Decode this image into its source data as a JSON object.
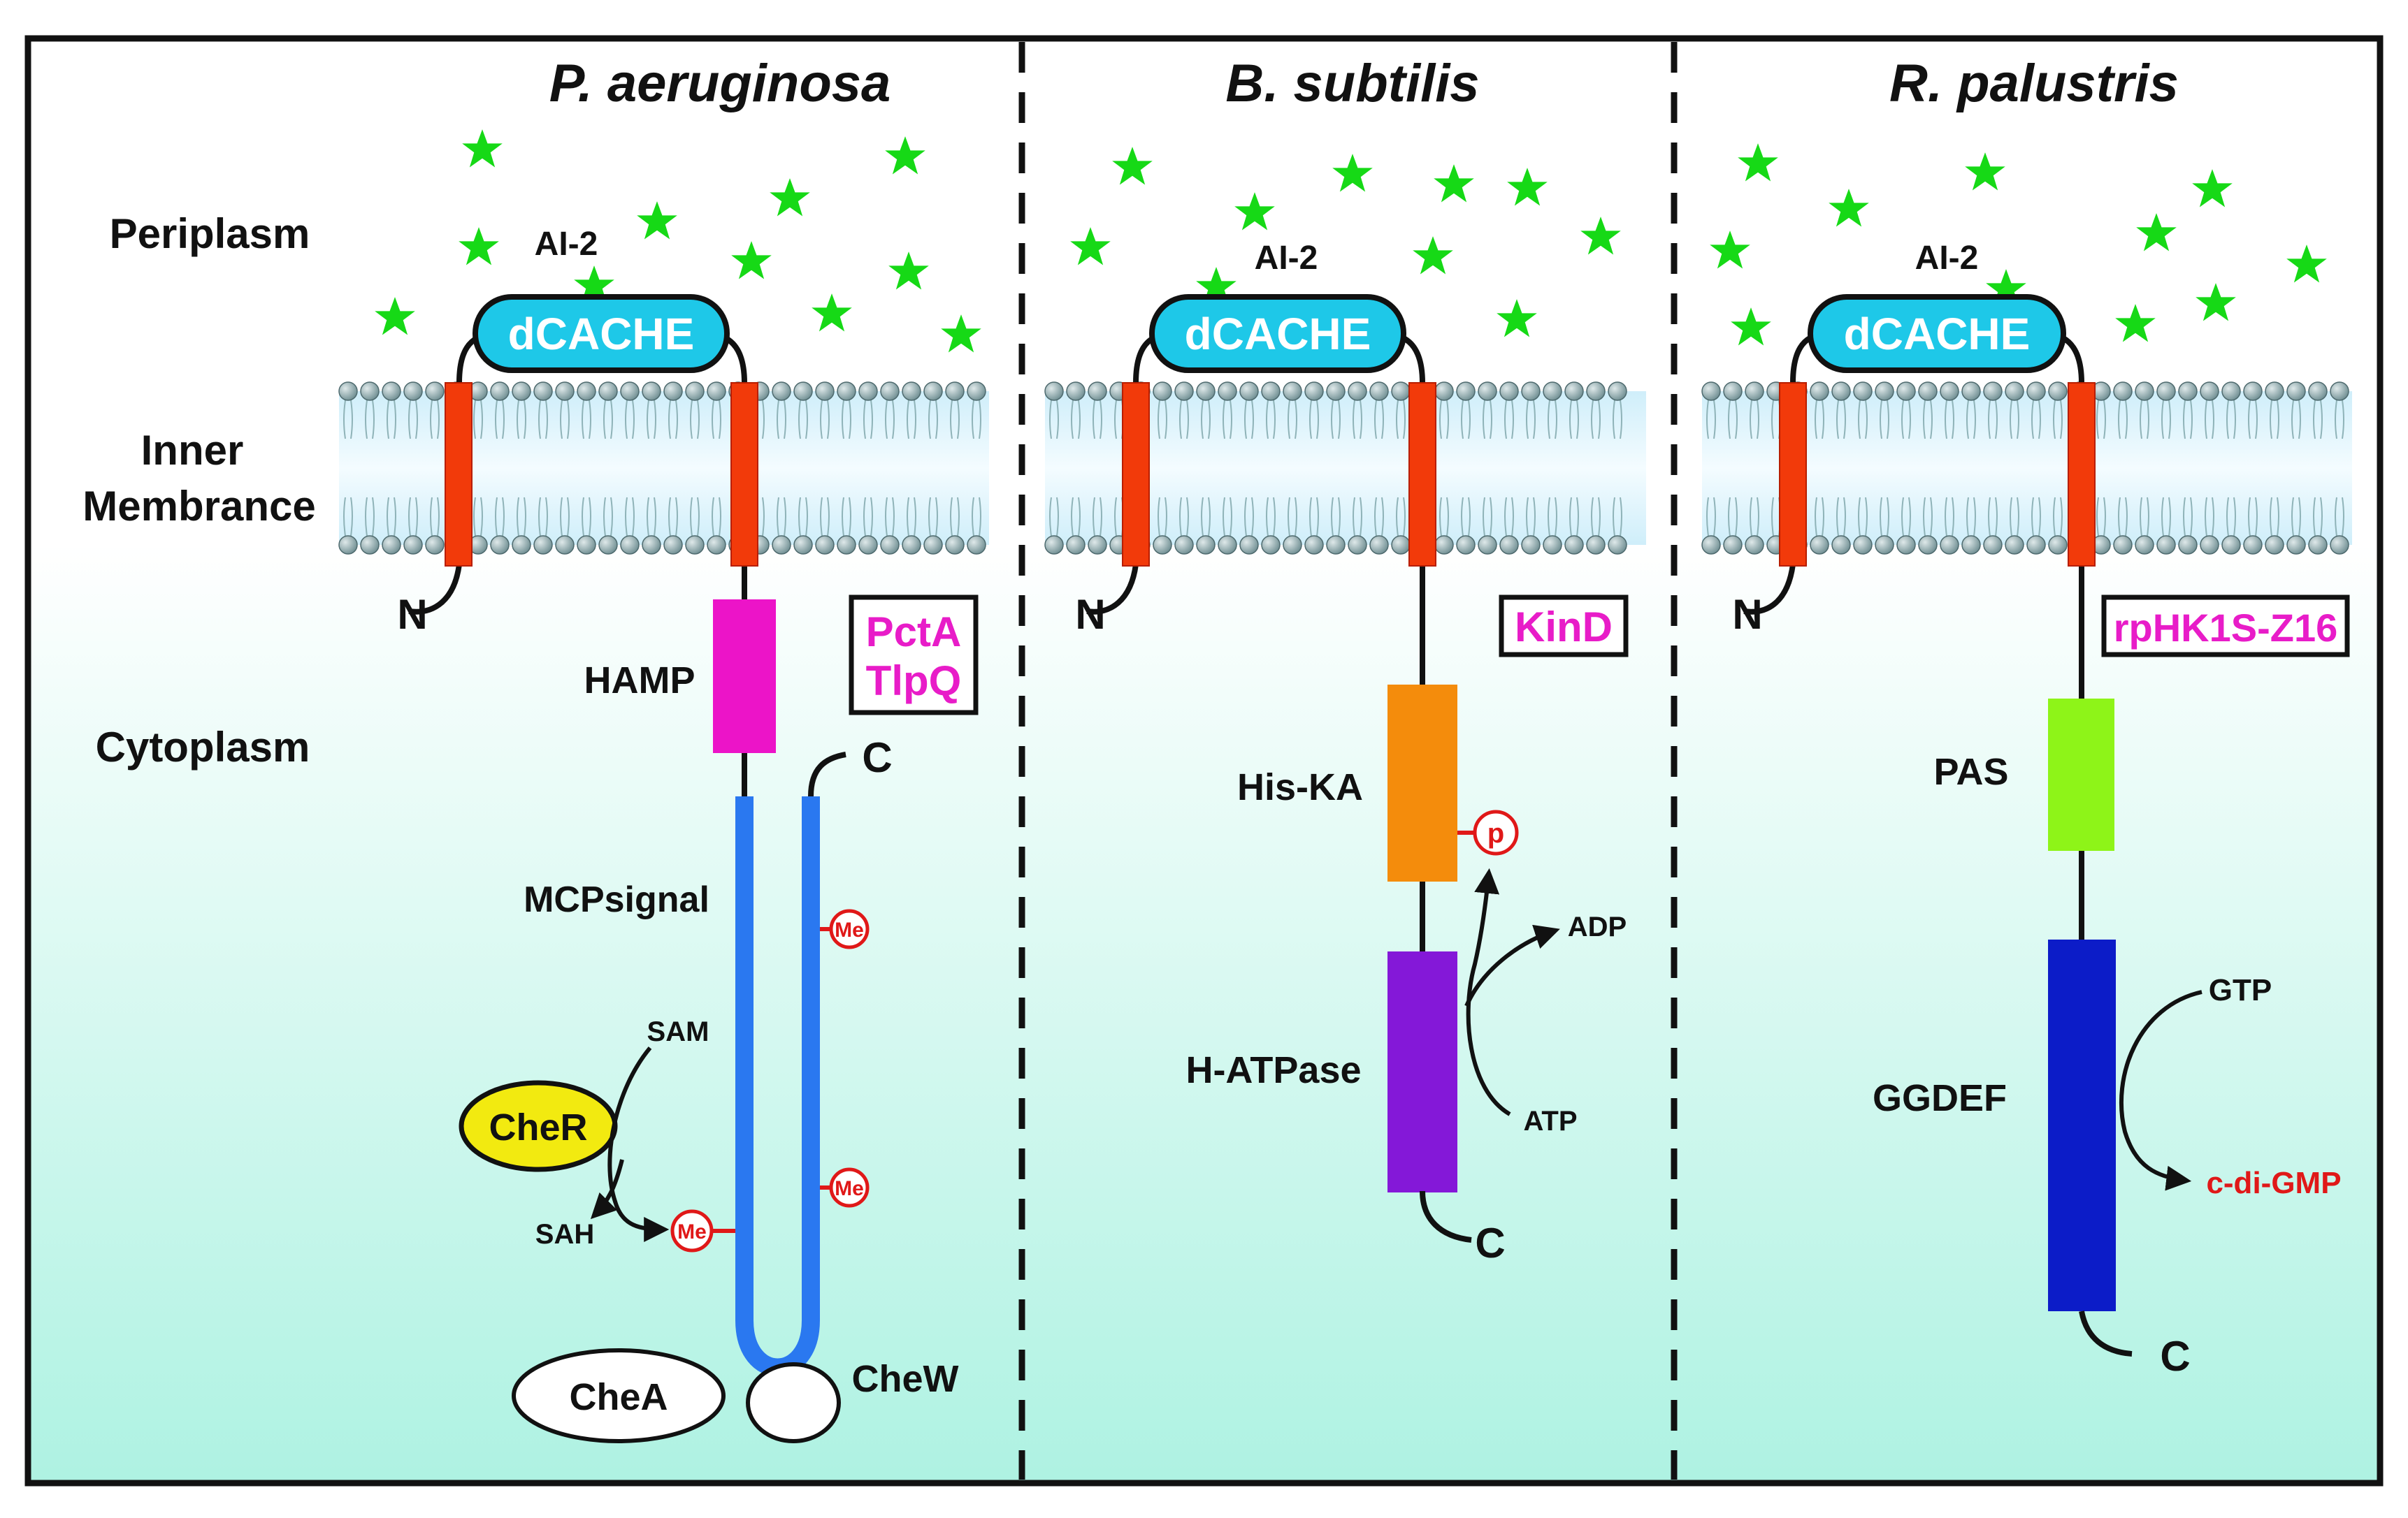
{
  "layers": {
    "periplasm": "Periplasm",
    "membrane_line1": "Inner",
    "membrane_line2": "Membrance",
    "cytoplasm": "Cytoplasm"
  },
  "panels": [
    {
      "species": "P. aeruginosa",
      "ligand": "AI-2",
      "sensor": "dCACHE",
      "n_term": "N",
      "c_term": "C",
      "proteins": [
        "PctA",
        "TlpQ"
      ],
      "domains": {
        "hamp": "HAMP",
        "mcp": "MCPsignal"
      },
      "methylation": {
        "sam": "SAM",
        "sah": "SAH",
        "enzyme": "CheR",
        "me": "Me"
      },
      "partners": {
        "chea": "CheA",
        "chew": "CheW"
      }
    },
    {
      "species": "B. subtilis",
      "ligand": "AI-2",
      "sensor": "dCACHE",
      "n_term": "N",
      "c_term": "C",
      "proteins": [
        "KinD"
      ],
      "domains": {
        "hiska": "His-KA",
        "hatpase": "H-ATPase"
      },
      "phospho": {
        "p": "p",
        "atp": "ATP",
        "adp": "ADP"
      }
    },
    {
      "species": "R. palustris",
      "ligand": "AI-2",
      "sensor": "dCACHE",
      "n_term": "N",
      "c_term": "C",
      "proteins": [
        "rpHK1S-Z16"
      ],
      "domains": {
        "pas": "PAS",
        "ggdef": "GGDEF"
      },
      "cyclase": {
        "gtp": "GTP",
        "product": "c-di-GMP"
      }
    }
  ],
  "colors": {
    "ai2_star": "#16d916",
    "dcache": "#1ec8e8",
    "tm_helix": "#f23a0a",
    "hamp": "#ec14c8",
    "mcp": "#2a78f0",
    "me": "#e01818",
    "cher": "#f2ea10",
    "hiska": "#f48c0c",
    "hatpase": "#8418d8",
    "pas": "#8ef418",
    "ggdef": "#0c1cc8",
    "label_magenta": "#e81cc8",
    "product_red": "#e01818"
  }
}
